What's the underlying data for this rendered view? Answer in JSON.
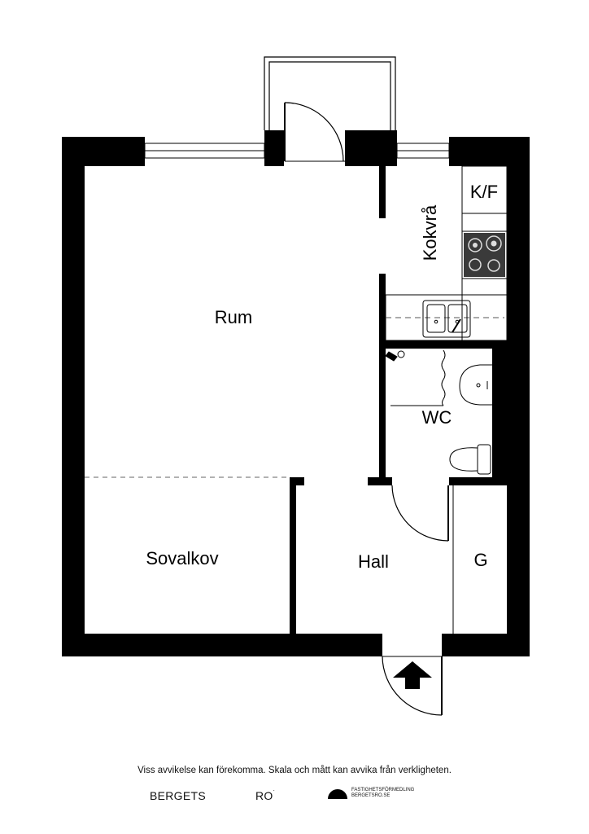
{
  "rooms": {
    "rum": "Rum",
    "sovalkov": "Sovalkov",
    "kokvra": "Kokvrå",
    "kf": "K/F",
    "wc": "WC",
    "hall": "Hall",
    "g": "G"
  },
  "footer": {
    "disclaimer": "Viss avvikelse kan förekomma. Skala och mått kan avvika från verkligheten.",
    "brand_left": "BERGETS",
    "brand_right": "RO",
    "agency_line1": "FASTIGHETSFÖRMEDLING",
    "agency_line2": "BERGETSRO.SE"
  },
  "colors": {
    "wall": "#000000",
    "stove": "#3a3a3a",
    "background": "#ffffff"
  }
}
